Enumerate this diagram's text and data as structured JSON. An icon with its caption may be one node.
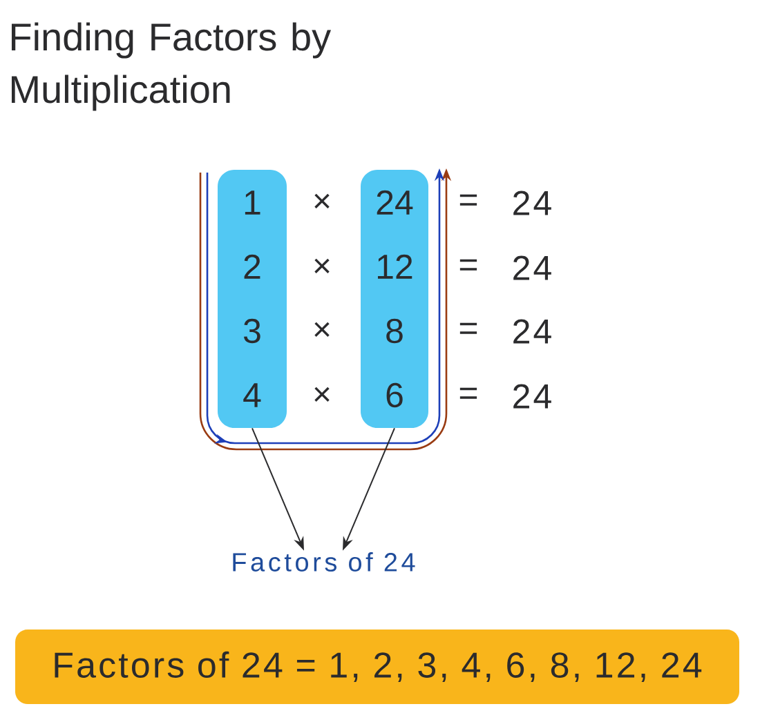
{
  "diagram": {
    "title": "Finding Factors by Multiplication",
    "nodes": [
      {
        "text": [
          "1",
          "2",
          "3",
          "4"
        ]
      },
      {
        "text": [
          "24",
          "12",
          "8",
          "6"
        ]
      },
      {
        "text": [
          "Factors of 24"
        ]
      },
      {
        "text": [
          "Factors of 24 = 1, 2, 3, 4, 6, 8, 12, 24"
        ]
      }
    ],
    "edges": [
      {
        "from": 0,
        "to": 2,
        "arrow": "to"
      },
      {
        "from": 1,
        "to": 2,
        "arrow": "to"
      }
    ],
    "labels": [
      "×",
      "=",
      "24",
      "×",
      "=",
      "24",
      "×",
      "=",
      "24",
      "×",
      "=",
      "24"
    ]
  }
}
